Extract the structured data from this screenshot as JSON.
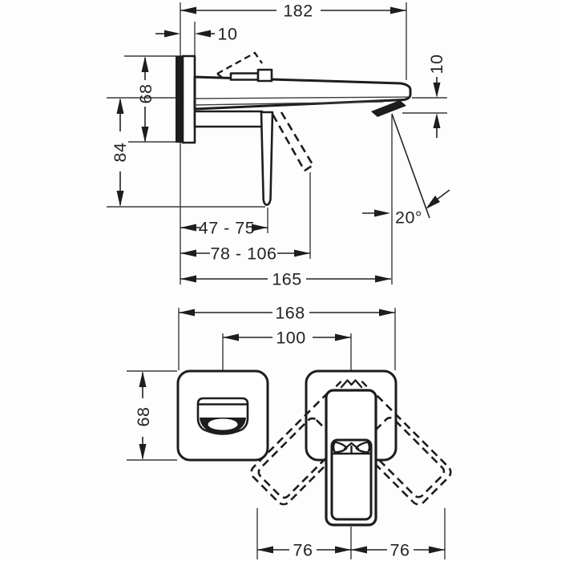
{
  "drawing": {
    "type": "faucet installation dimension drawing",
    "colors": {
      "background": "#fdfdfd",
      "line": "#1d1d1d",
      "text": "#242424"
    },
    "side_view": {
      "dim_depth_total": "182",
      "dim_plate_depth": "10",
      "dim_plate_height": "68",
      "dim_lever_height": "84",
      "dim_outlet_drop": "10",
      "dim_lever_reach_closed": "47 - 75",
      "dim_lever_reach_open": "78 - 106",
      "dim_spout_reach": "165",
      "dim_spray_angle": "20°"
    },
    "front_view": {
      "dim_width_total": "168",
      "dim_center_distance": "100",
      "dim_plate_height": "68",
      "dim_left_clearance": "76",
      "dim_right_clearance": "76"
    }
  }
}
